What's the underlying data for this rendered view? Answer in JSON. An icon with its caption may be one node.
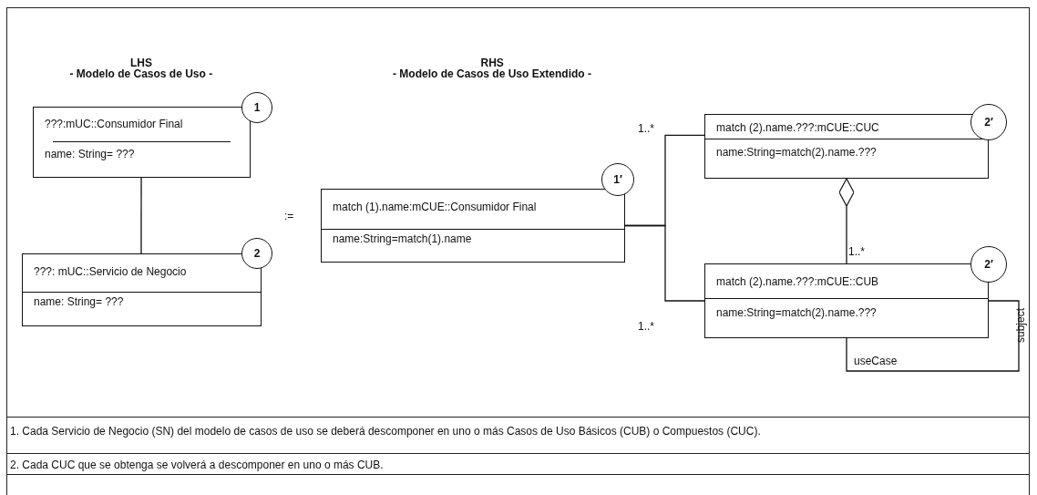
{
  "diagram": {
    "nodes": [
      {
        "text": [
          "???:mUC::Consumidor Final",
          "name: String= ???"
        ]
      },
      {
        "text": [
          "1"
        ]
      },
      {
        "text": [
          "???: mUC::Servicio de Negocio",
          "name: String= ???"
        ]
      },
      {
        "text": [
          "2"
        ]
      },
      {
        "text": [
          "match (1).name:mCUE::Consumidor Final",
          "name:String=match(1).name"
        ]
      },
      {
        "text": [
          "1′"
        ]
      },
      {
        "text": [
          "match (2).name.???:mCUE::CUC",
          "name:String=match(2).name.???"
        ]
      },
      {
        "text": [
          "2′"
        ]
      },
      {
        "text": [
          "match (2).name.???:mCUE::CUB",
          "name:String=match(2).name.???"
        ]
      },
      {
        "text": [
          "2′"
        ]
      }
    ],
    "edges": [
      {
        "from": 0,
        "to": 2,
        "arrow": "none"
      },
      {
        "from": 4,
        "to": 6,
        "arrow": "none"
      },
      {
        "from": 4,
        "to": 8,
        "arrow": "none"
      },
      {
        "from": 6,
        "to": 8,
        "arrow": "other"
      },
      {
        "from": 8,
        "to": 8,
        "arrow": "none"
      }
    ],
    "labels": [
      "LHS",
      "- Modelo de Casos de Uso -",
      "RHS",
      "- Modelo de Casos de Uso Extendido -",
      ":=",
      "1..*",
      "1..*",
      "1..*",
      "useCase",
      "subject",
      "1. Cada Servicio de Negocio (SN) del modelo de casos de uso se deberá descomponer en uno o más Casos de Uso Básicos (CUB) o Compuestos (CUC).",
      "2. Cada CUC que se obtenga se volverá a descomponer en uno o más CUB."
    ]
  }
}
